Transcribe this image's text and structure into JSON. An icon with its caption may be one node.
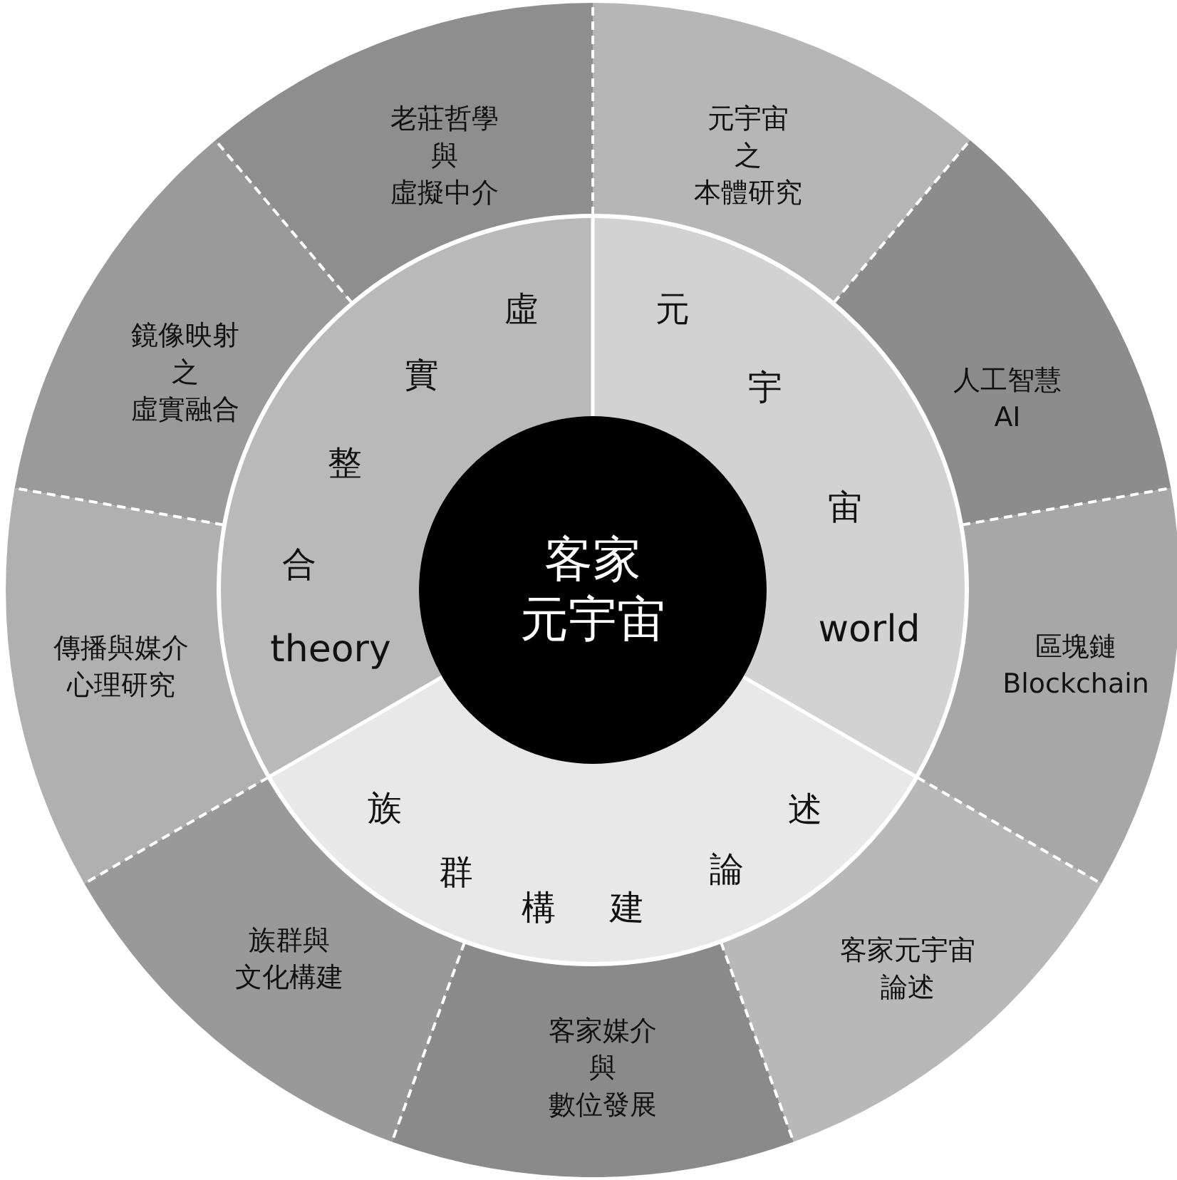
{
  "diagram": {
    "nodes": [
      {
        "text": [
          "客家元宇宙"
        ]
      },
      {
        "text": [
          "虛實整合",
          "theory"
        ]
      },
      {
        "text": [
          "元宇宙",
          "world"
        ]
      },
      {
        "text": [
          "族群構建論述"
        ]
      },
      {
        "text": [
          "老莊哲學與虛擬中介"
        ]
      },
      {
        "text": [
          "元宇宙之本體研究"
        ]
      },
      {
        "text": [
          "鏡像映射之虛實融合"
        ]
      },
      {
        "text": [
          "人工智慧 AI"
        ]
      },
      {
        "text": [
          "傳播與媒介心理研究"
        ]
      },
      {
        "text": [
          "區塊鏈 Blockchain"
        ]
      },
      {
        "text": [
          "族群與文化構建"
        ]
      },
      {
        "text": [
          "客家元宇宙論述"
        ]
      },
      {
        "text": [
          "客家媒介與數位發展"
        ]
      }
    ]
  }
}
